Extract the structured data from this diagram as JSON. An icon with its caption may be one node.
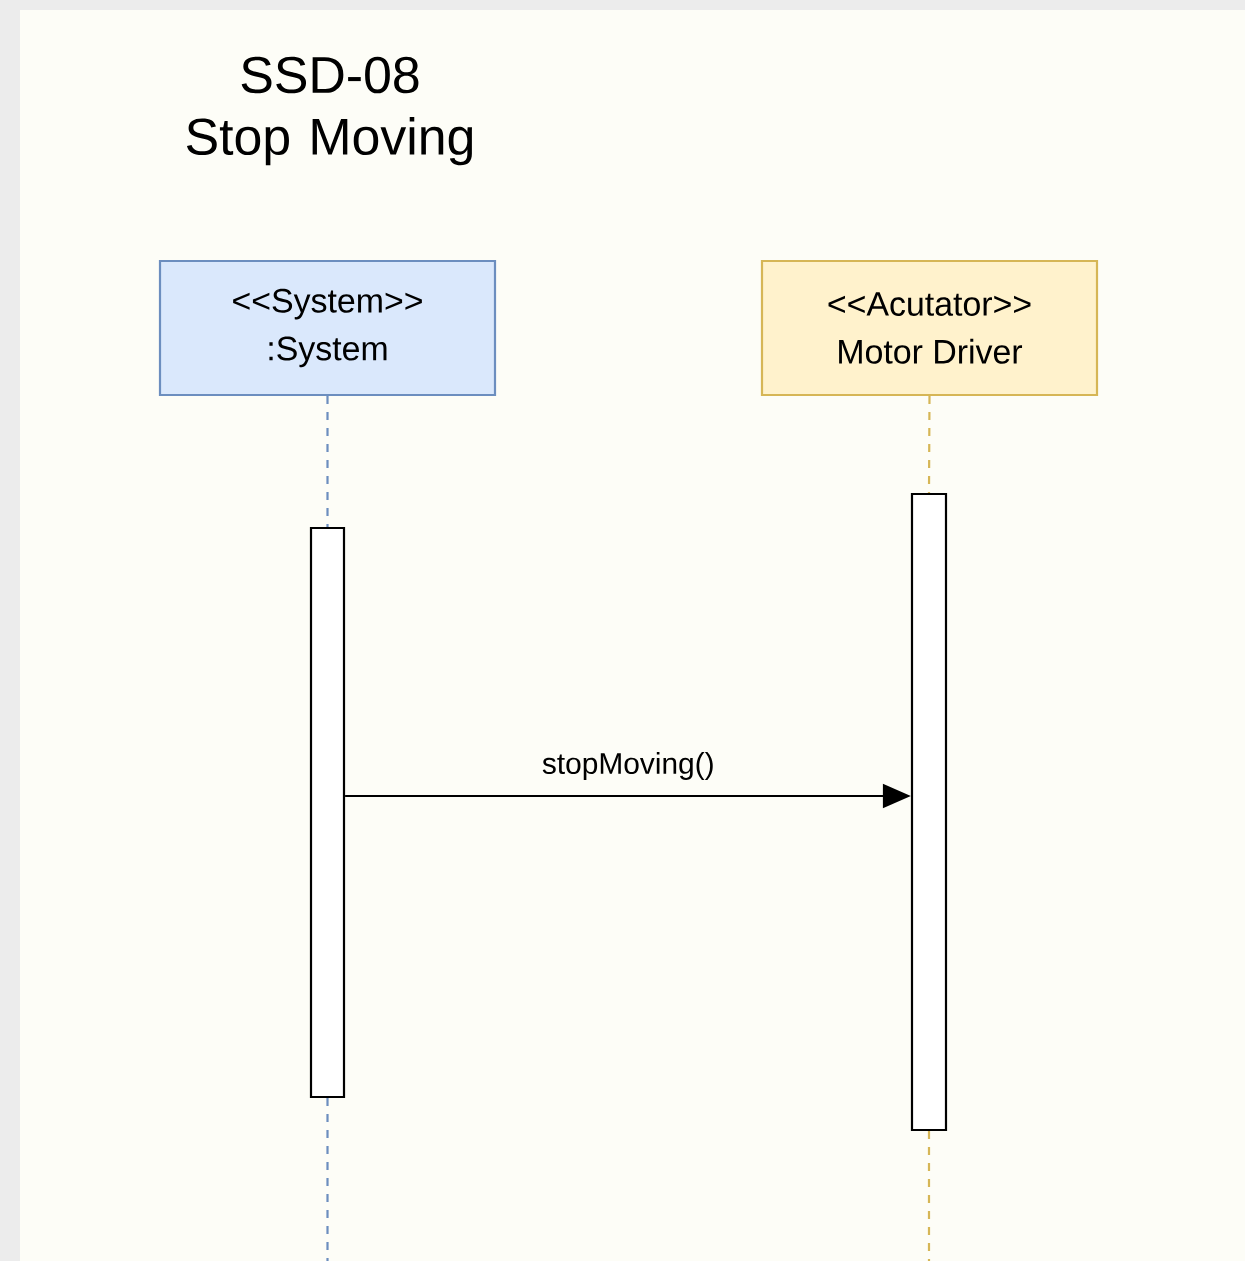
{
  "diagram": {
    "title": "SSD-08 Stop Moving",
    "nodes": [
      {
        "text": [
          "<<System>>",
          ":System"
        ]
      },
      {
        "text": [
          "<<Acutator>>",
          "Motor Driver"
        ]
      },
      {
        "text": [],
        "shape": "bar"
      },
      {
        "text": [],
        "shape": "bar"
      }
    ],
    "edges": [
      {
        "from": 0,
        "to": 2,
        "arrow": "none",
        "style": "dashed",
        "color": "#6c8ebf"
      },
      {
        "from": 2,
        "to": null,
        "arrow": "none",
        "style": "dashed",
        "color": "#6c8ebf"
      },
      {
        "from": 1,
        "to": 3,
        "arrow": "none",
        "style": "dashed",
        "color": "#d6b656"
      },
      {
        "from": 3,
        "to": null,
        "arrow": "none",
        "style": "dashed",
        "color": "#d6b656"
      },
      {
        "from": 2,
        "to": 3,
        "arrow": "to",
        "label": "stopMoving()",
        "color": "#000000"
      }
    ]
  }
}
